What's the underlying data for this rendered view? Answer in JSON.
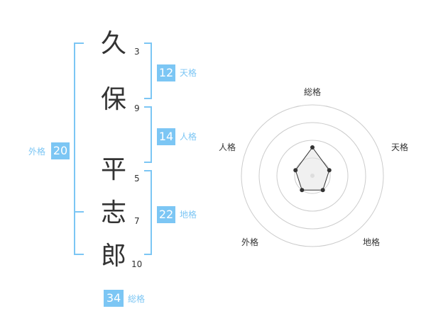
{
  "name": {
    "chars": [
      {
        "char": "久",
        "strokes": "3"
      },
      {
        "char": "保",
        "strokes": "9"
      },
      {
        "char": "平",
        "strokes": "5"
      },
      {
        "char": "志",
        "strokes": "7"
      },
      {
        "char": "郎",
        "strokes": "10"
      }
    ]
  },
  "groups": {
    "tenkaku": {
      "value": "12",
      "label": "天格"
    },
    "jinkaku": {
      "value": "14",
      "label": "人格"
    },
    "chikaku": {
      "value": "22",
      "label": "地格"
    },
    "gaikaku": {
      "value": "20",
      "label": "外格"
    },
    "soukaku": {
      "value": "34",
      "label": "総格"
    }
  },
  "radar": {
    "axes": [
      "総格",
      "天格",
      "地格",
      "外格",
      "人格"
    ],
    "levels": 4,
    "values": [
      0.4,
      0.25,
      0.25,
      0.25,
      0.25
    ],
    "colors": {
      "ring": "#cccccc",
      "point": "#333333",
      "fill": "#e6e6e6",
      "center": "#dddddd",
      "accent": "#7cc6f4"
    }
  }
}
